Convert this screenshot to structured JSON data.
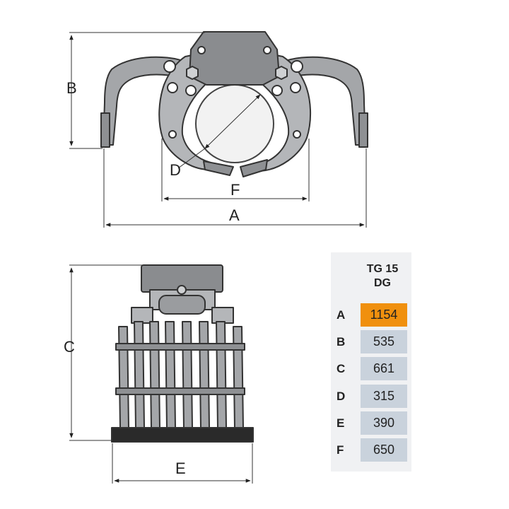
{
  "dimensions": {
    "A": "A",
    "B": "B",
    "C": "C",
    "D": "D",
    "E": "E",
    "F": "F"
  },
  "spec_table": {
    "header": "TG 15\nDG",
    "highlight_color": "#f0900e",
    "row_color": "#c9d2dc",
    "rows": [
      {
        "key": "A",
        "value": "1154",
        "highlight": true
      },
      {
        "key": "B",
        "value": "535",
        "highlight": false
      },
      {
        "key": "C",
        "value": "661",
        "highlight": false
      },
      {
        "key": "D",
        "value": "315",
        "highlight": false
      },
      {
        "key": "E",
        "value": "390",
        "highlight": false
      },
      {
        "key": "F",
        "value": "650",
        "highlight": false
      }
    ]
  }
}
